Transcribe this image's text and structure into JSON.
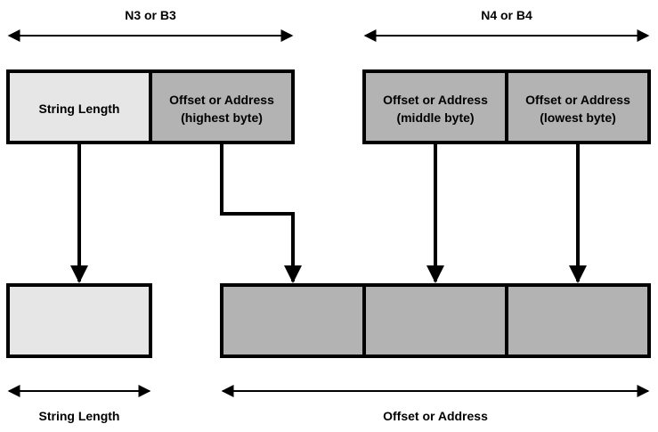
{
  "colors": {
    "light_fill": "#e6e6e6",
    "dark_fill": "#b3b3b3",
    "stroke": "#000000",
    "background": "#ffffff"
  },
  "top": {
    "left_span_label": "N3 or B3",
    "right_span_label": "N4 or B4",
    "boxes": [
      {
        "line1": "String Length",
        "line2": ""
      },
      {
        "line1": "Offset or Address",
        "line2": "(highest byte)"
      },
      {
        "line1": "Offset or Address",
        "line2": "(middle byte)"
      },
      {
        "line1": "Offset or Address",
        "line2": "(lowest byte)"
      }
    ]
  },
  "bottom": {
    "left_span_label": "String Length",
    "right_span_label": "Offset or Address"
  }
}
